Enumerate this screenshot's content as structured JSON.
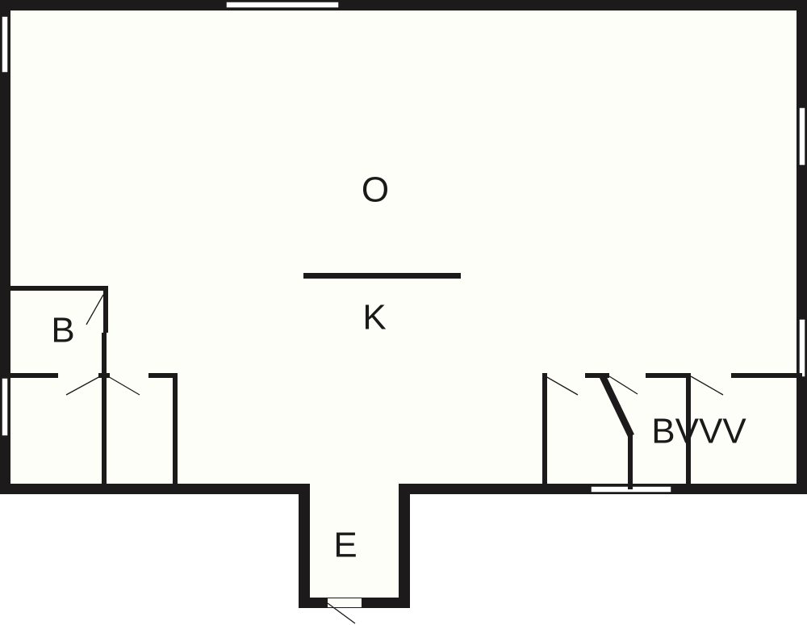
{
  "rooms": {
    "living": "O",
    "kitchen": "K",
    "bathroom": "B",
    "entrance": "E",
    "storage": "BVVV"
  },
  "colors": {
    "wall": "#1c1a1a",
    "floor": "#fefef8",
    "background": "#ffffff"
  }
}
